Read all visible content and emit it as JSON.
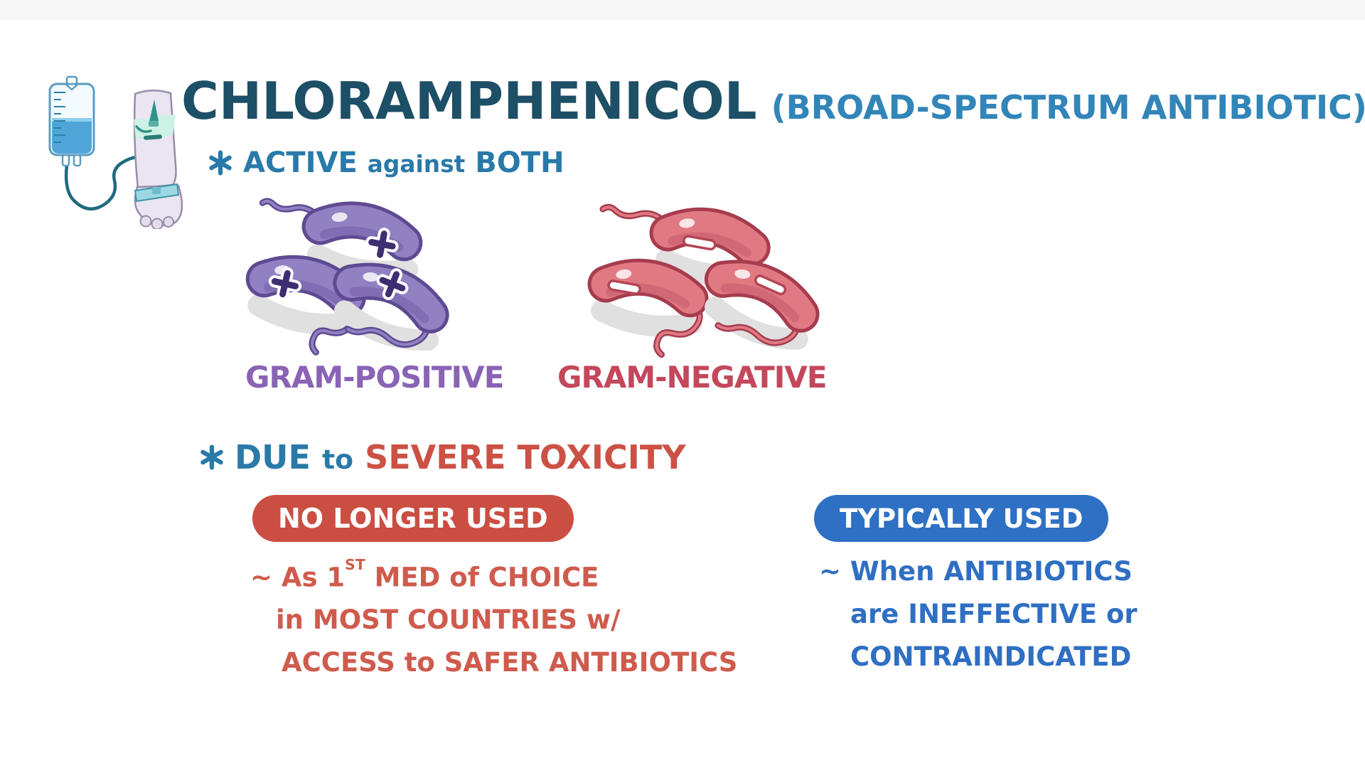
{
  "header": {
    "title": "CHLORAMPHENICOL",
    "subtitle": "(BROAD-SPECTRUM ANTIBIOTIC)"
  },
  "active_line": {
    "bullet_icon": "asterisk-icon",
    "active": "ACTIVE",
    "against": "against",
    "both": "BOTH"
  },
  "bacteria": {
    "gram_positive": {
      "label": "GRAM-POSITIVE",
      "sign": "+",
      "count": 3,
      "color": "#9181c2"
    },
    "gram_negative": {
      "label": "GRAM-NEGATIVE",
      "sign": "−",
      "count": 3,
      "color": "#e17983"
    }
  },
  "toxicity_line": {
    "bullet_icon": "asterisk-icon",
    "due": "DUE",
    "to": "to",
    "severe": "SEVERE TOXICITY"
  },
  "badges": {
    "no_longer": "NO LONGER USED",
    "typically": "TYPICALLY USED"
  },
  "no_longer_notes": {
    "line1_pre": "~ As 1",
    "line1_sup": "ST",
    "line1_post": " MED of CHOICE",
    "line2": "in MOST COUNTRIES w/",
    "line3": "ACCESS to SAFER ANTIBIOTICS"
  },
  "typically_notes": {
    "line1": "~ When ANTIBIOTICS",
    "line2": "are INEFFECTIVE or",
    "line3": "CONTRAINDICATED"
  },
  "illustration": {
    "iv_drip": "iv-bag-connected-to-arm"
  },
  "colors": {
    "title_dark": "#1d4f66",
    "title_light": "#3285b8",
    "blue": "#2979a9",
    "red_text": "#cc5145",
    "red_body": "#cf5b4d",
    "blue_body": "#2f6fc3",
    "purple_label": "#8a63b5",
    "red_label": "#c3485c",
    "badge_red": "#cb4e42",
    "badge_blue": "#2e70c4"
  }
}
